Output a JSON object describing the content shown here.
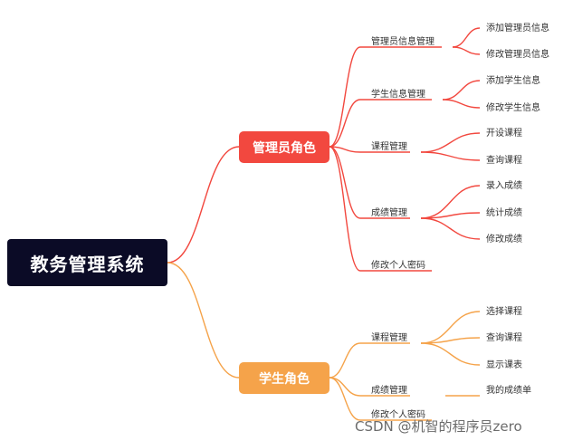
{
  "root": {
    "label": "教务管理系统"
  },
  "colors": {
    "root_bg": "#0b0b26",
    "admin": "#f2483f",
    "student": "#f5a34a",
    "watermark": "#6c6c6c"
  },
  "admin": {
    "label": "管理员角色",
    "children": [
      {
        "label": "管理员信息管理",
        "children": [
          "添加管理员信息",
          "修改管理员信息"
        ]
      },
      {
        "label": "学生信息管理",
        "children": [
          "添加学生信息",
          "修改学生信息"
        ]
      },
      {
        "label": "课程管理",
        "children": [
          "开设课程",
          "查询课程"
        ]
      },
      {
        "label": "成绩管理",
        "children": [
          "录入成绩",
          "统计成绩",
          "修改成绩"
        ]
      },
      {
        "label": "修改个人密码",
        "children": []
      }
    ]
  },
  "student": {
    "label": "学生角色",
    "children": [
      {
        "label": "课程管理",
        "children": [
          "选择课程",
          "查询课程",
          "显示课表"
        ]
      },
      {
        "label": "成绩管理",
        "children": [
          "我的成绩单"
        ]
      },
      {
        "label": "修改个人密码",
        "children": []
      }
    ]
  },
  "watermark": "CSDN @机智的程序员zero"
}
